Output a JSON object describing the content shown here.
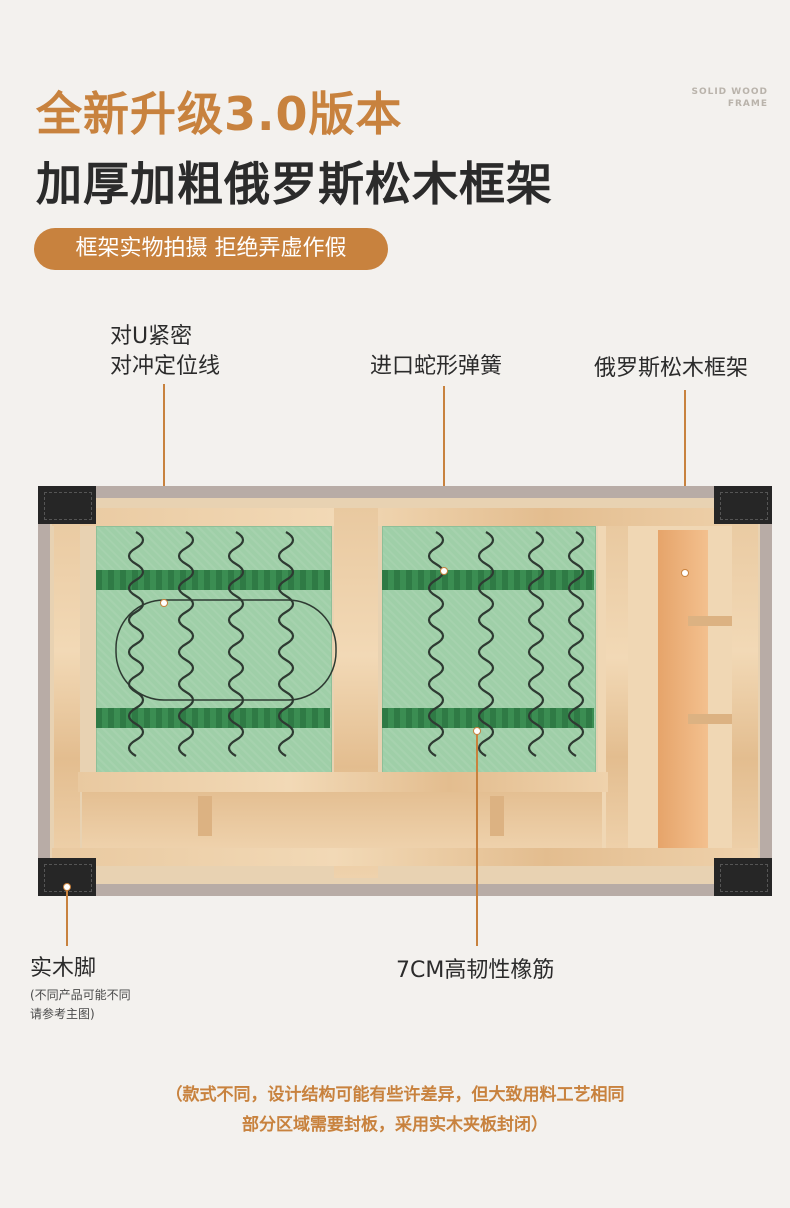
{
  "header": {
    "line1": "全新升级3.0版本",
    "line2": "加厚加粗俄罗斯松木框架",
    "corner_tag_line1": "SOLID WOOD",
    "corner_tag_line2": "FRAME",
    "pill": "框架实物拍摄 拒绝弄虚作假"
  },
  "callouts": {
    "u_line_1": "对U紧密",
    "u_line_2": "对冲定位线",
    "spring": "进口蛇形弹簧",
    "frame": "俄罗斯松木框架",
    "foot": "实木脚",
    "foot_note_1": "(不同产品可能不同",
    "foot_note_2": "请参考主图)",
    "band": "7CM高韧性橡筋"
  },
  "footer": {
    "line1": "（款式不同，设计结构可能有些许差异，但大致用料工艺相同",
    "line2": "部分区域需要封板，采用实木夹板封闭）"
  },
  "colors": {
    "accent": "#c8823e",
    "title_dark": "#2b2b2b",
    "background": "#f3f1ee",
    "pad_green": "#9fcfa8",
    "strap_green": "#2f7a45"
  }
}
